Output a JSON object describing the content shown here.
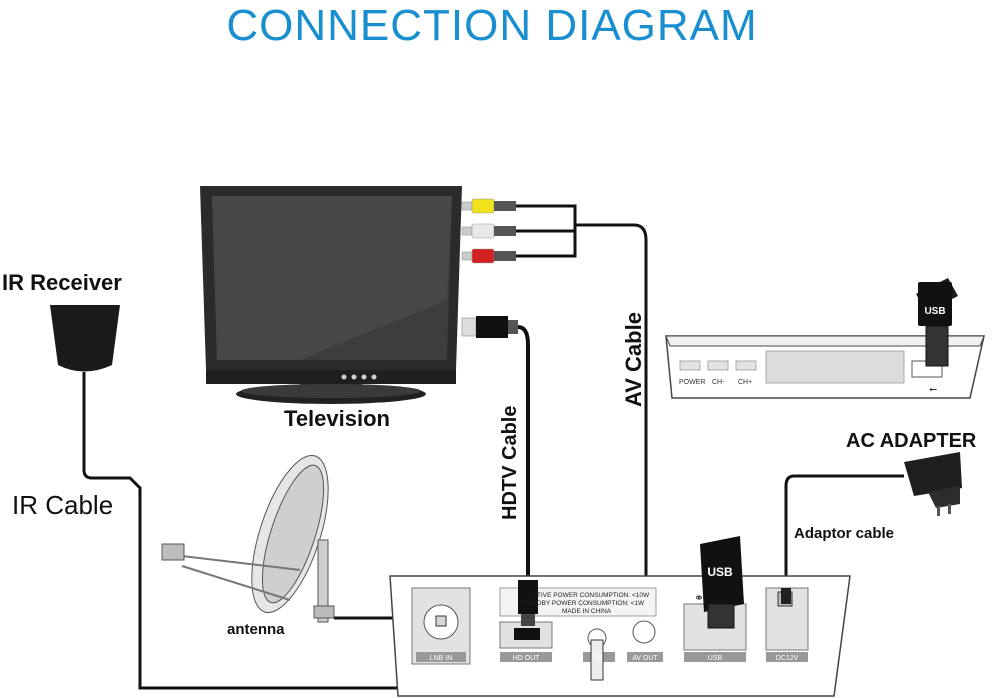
{
  "title": "CONNECTION DIAGRAM",
  "colors": {
    "title": "#1a8fd0",
    "cable": "#111111",
    "tv_screen": "#333333",
    "rca_yellow": "#f2e21b",
    "rca_white": "#e8e8e8",
    "rca_red": "#d02020"
  },
  "labels": {
    "ir_receiver": "IR Receiver",
    "ir_cable": "IR Cable",
    "television": "Television",
    "hdtv_cable": "HDTV Cable",
    "av_cable": "AV Cable",
    "ac_adapter": "AC ADAPTER",
    "adaptor_cable": "Adaptor cable",
    "antenna": "antenna",
    "usb_top": "USB",
    "usb_bottom": "USB"
  },
  "top_box": {
    "power": "POWER",
    "ch_minus": "CH-",
    "ch_plus": "CH+"
  },
  "back_panel": {
    "ports": [
      "LNB IN",
      "HD OUT",
      "IR",
      "AV OUT",
      "USB",
      "DC12V"
    ],
    "spec_lines": [
      "ACTIVE POWER CONSUMPTION: <10W",
      "STANDBY POWER CONSUMPTION: <1W",
      "MADE IN CHINA"
    ]
  }
}
